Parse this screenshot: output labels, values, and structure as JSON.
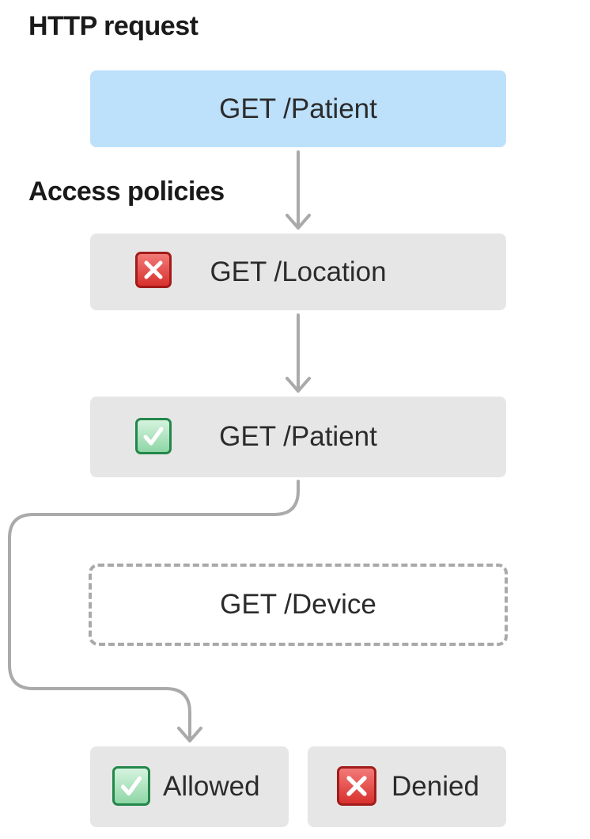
{
  "headings": {
    "http_request": "HTTP request",
    "access_policies": "Access policies"
  },
  "request": {
    "label": "GET /Patient",
    "color": "#bde0fb"
  },
  "policies": [
    {
      "label": "GET /Location",
      "status_icon": "denied-x-icon"
    },
    {
      "label": "GET /Patient",
      "status_icon": "allowed-check-icon"
    },
    {
      "label": "GET /Device",
      "status_icon": ""
    }
  ],
  "outcomes": {
    "allowed": {
      "label": "Allowed",
      "icon": "allowed-check-icon"
    },
    "denied": {
      "label": "Denied",
      "icon": "denied-x-icon"
    }
  },
  "colors": {
    "policy_box": "#e6e6e6",
    "arrow": "#aaaaaa",
    "deny_red": "#d8312e",
    "allow_green": "#23874a"
  }
}
